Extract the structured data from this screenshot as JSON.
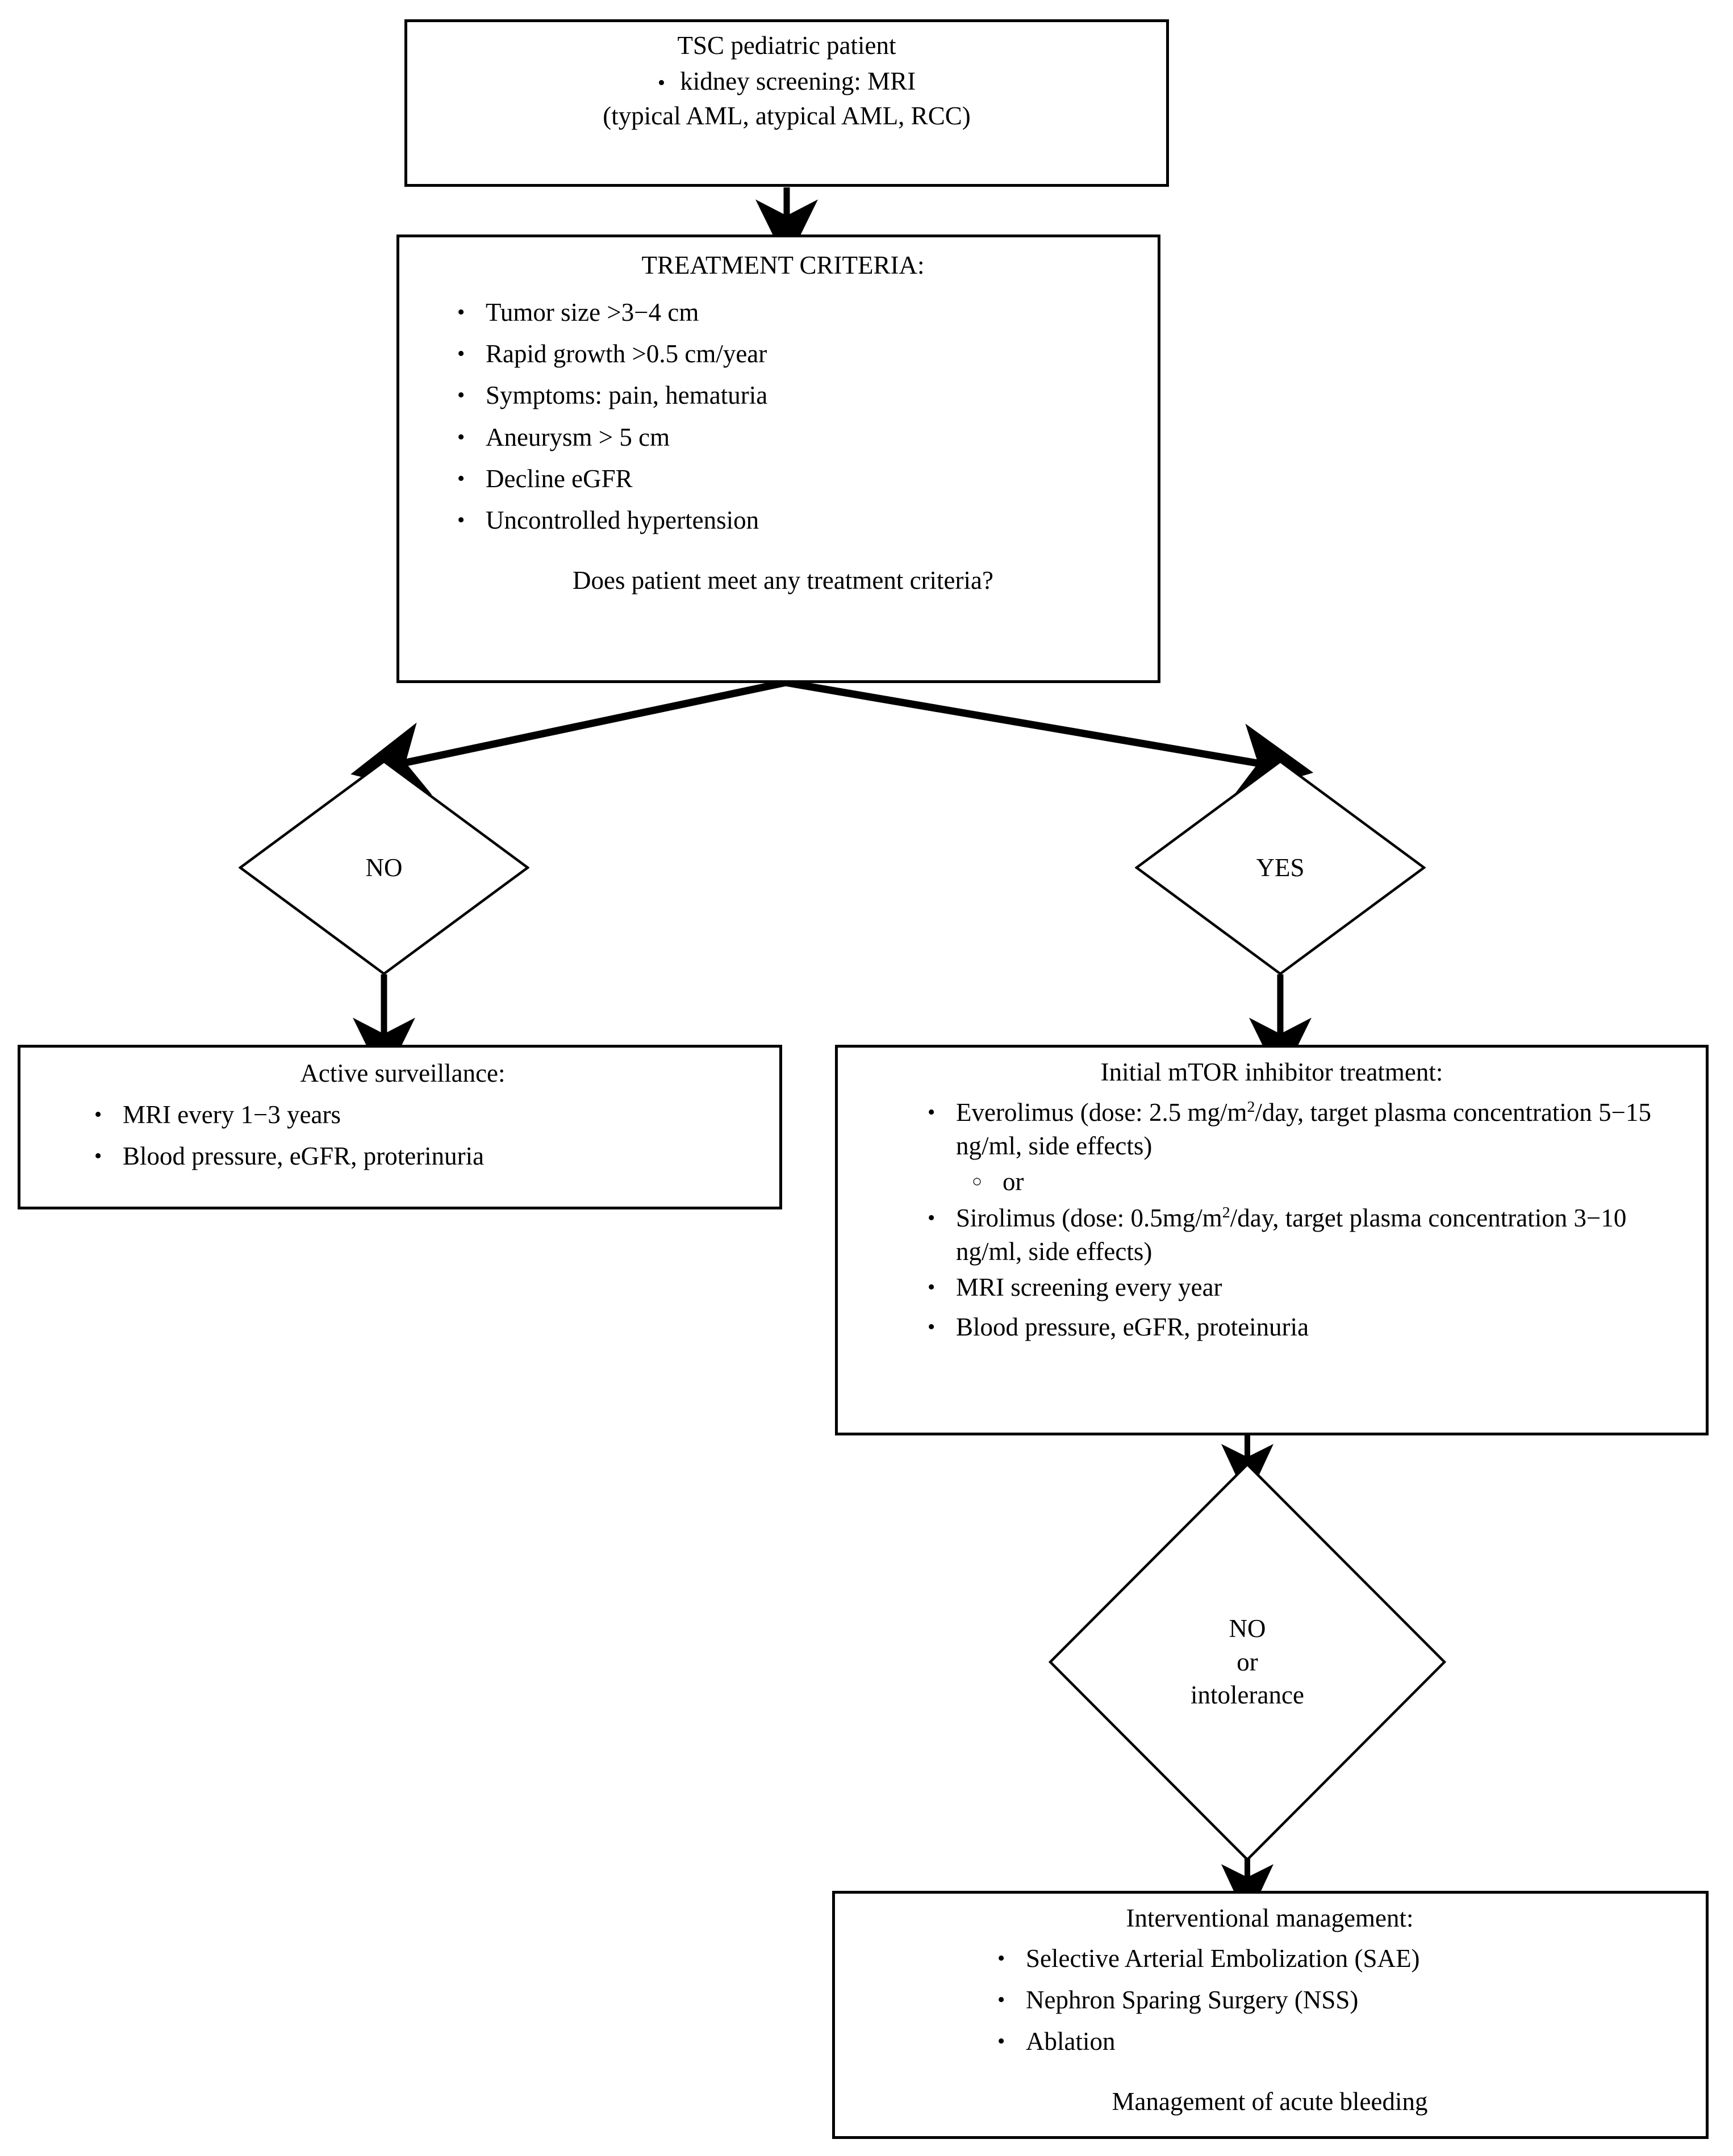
{
  "diagram": {
    "type": "clinical-decision-flowchart",
    "nodes": {
      "start": {
        "title": "TSC pediatric patient",
        "bullets": [
          "kidney screening: MRI"
        ],
        "footer": "(typical AML, atypical AML, RCC)"
      },
      "criteria": {
        "title": "TREATMENT CRITERIA:",
        "bullets": [
          "Tumor size >3−4 cm",
          "Rapid growth >0.5 cm/year",
          "Symptoms: pain, hematuria",
          "Aneurysm > 5 cm",
          "Decline eGFR",
          "Uncontrolled hypertension"
        ],
        "question": "Does patient meet any treatment criteria?"
      },
      "decision_no": {
        "label": "NO"
      },
      "decision_yes": {
        "label": "YES"
      },
      "surveillance": {
        "title": "Active surveillance:",
        "bullets": [
          "MRI every 1−3 years",
          "Blood pressure, eGFR, proterinuria"
        ]
      },
      "mtor": {
        "title": "Initial mTOR inhibitor treatment:",
        "bullets": [
          {
            "level": 1,
            "parts": [
              "Everolimus (dose: 2.5 mg/m",
              "2",
              "/day, target plasma concentration 5−15 ng/ml, side effects)"
            ]
          },
          {
            "level": 2,
            "text": "or"
          },
          {
            "level": 1,
            "parts": [
              "Sirolimus (dose: 0.5mg/m",
              "2",
              "/day, target plasma concentration 3−10 ng/ml, side effects)"
            ]
          },
          {
            "level": 1,
            "text": "MRI screening every year"
          },
          {
            "level": 1,
            "text": "Blood pressure, eGFR, proteinuria"
          }
        ]
      },
      "decision_no_intolerance": {
        "line1": "NO",
        "line2": "or",
        "line3": "intolerance"
      },
      "intervention": {
        "title": "Interventional management:",
        "bullets": [
          "Selective Arterial Embolization (SAE)",
          "Nephron Sparing Surgery (NSS)",
          "Ablation"
        ],
        "footer": "Management of acute bleeding"
      }
    },
    "edges": [
      {
        "from": "start",
        "to": "criteria",
        "label": ""
      },
      {
        "from": "criteria",
        "to": "decision_no",
        "label": ""
      },
      {
        "from": "criteria",
        "to": "decision_yes",
        "label": ""
      },
      {
        "from": "decision_no",
        "to": "surveillance",
        "label": ""
      },
      {
        "from": "decision_yes",
        "to": "mtor",
        "label": ""
      },
      {
        "from": "mtor",
        "to": "decision_no_intolerance",
        "label": ""
      },
      {
        "from": "decision_no_intolerance",
        "to": "intervention",
        "label": ""
      }
    ],
    "markers": {
      "bullet_filled": "•",
      "bullet_hollow": "○"
    },
    "colors": {
      "stroke": "#000000",
      "background": "#ffffff",
      "text": "#000000"
    }
  }
}
